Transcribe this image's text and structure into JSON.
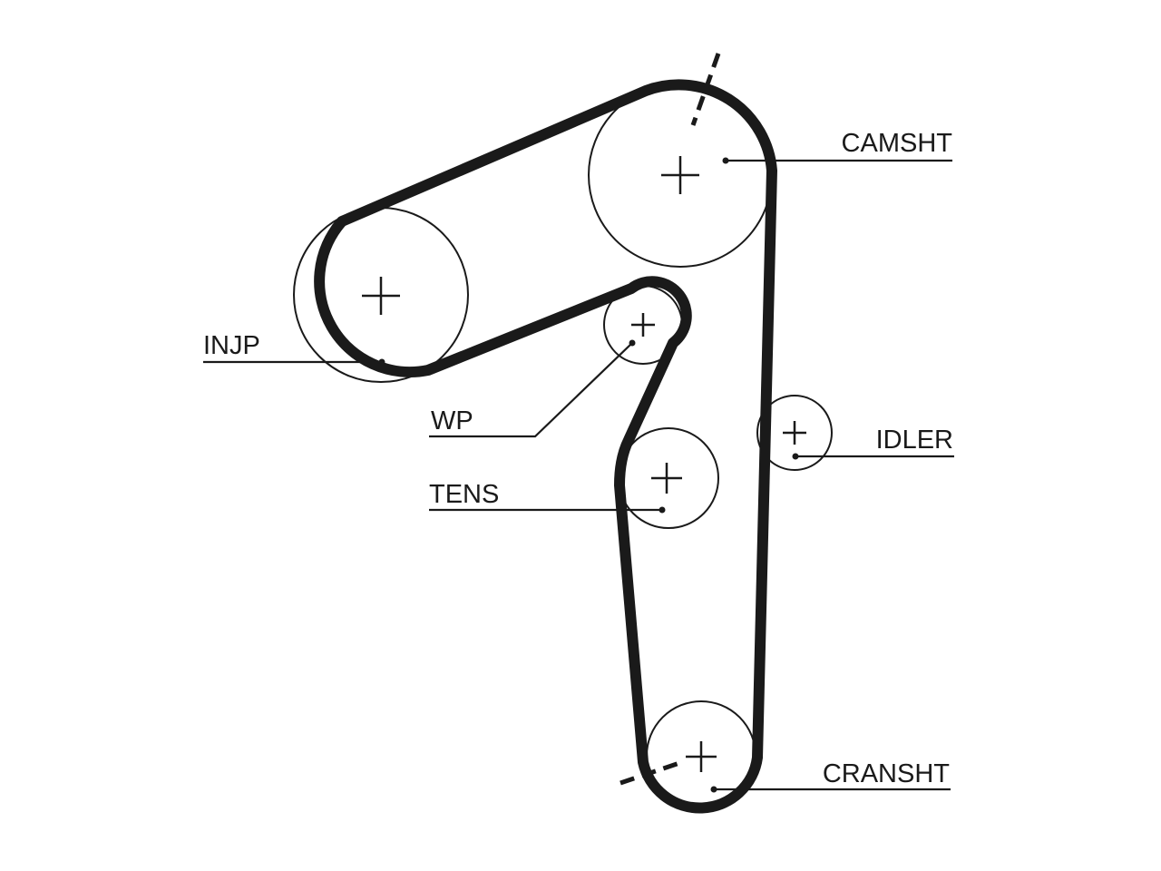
{
  "diagram": {
    "components": [
      {
        "id": "camsht",
        "label": "CAMSHT"
      },
      {
        "id": "injp",
        "label": "INJP"
      },
      {
        "id": "wp",
        "label": "WP"
      },
      {
        "id": "tens",
        "label": "TENS"
      },
      {
        "id": "idler",
        "label": "IDLER"
      },
      {
        "id": "cransht",
        "label": "CRANSHT"
      }
    ],
    "colors": {
      "stroke": "#1a1a1a",
      "background": "#ffffff"
    }
  }
}
